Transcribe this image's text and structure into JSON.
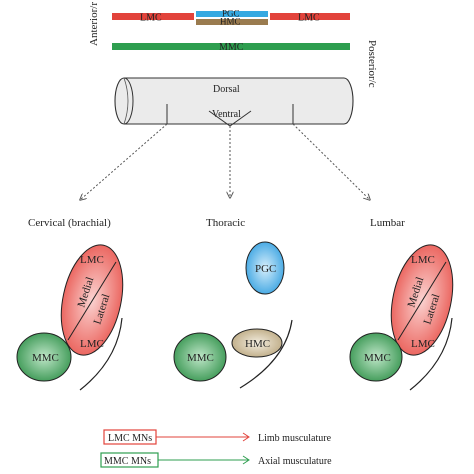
{
  "axis": {
    "anterior": "Anterior/r",
    "posterior": "Posterior/c"
  },
  "columns": {
    "lmc": "LMC",
    "pgc": "PGC",
    "hmc": "HMC",
    "mmc": "MMC"
  },
  "tube": {
    "dorsal": "Dorsal",
    "ventral": "Ventral"
  },
  "regions": {
    "cervical": "Cervical (brachial)",
    "thoracic": "Thoracic",
    "lumbar": "Lumbar"
  },
  "pools": {
    "lmc": "LMC",
    "mmc": "MMC",
    "pgc": "PGC",
    "hmc": "HMC",
    "medial": "Medial",
    "lateral": "Lateral"
  },
  "legend": {
    "lmc_mns": "LMC MNs",
    "limb": "Limb musculature",
    "mmc_mns": "MMC MNs",
    "axial": "Axial musculature"
  },
  "colors": {
    "lmc": "#e2433b",
    "pgc": "#36a9e1",
    "hmc": "#9a7b4f",
    "mmc": "#2e9e4f",
    "lmc_fill": "#f19a97",
    "mmc_fill": "#4fa96a",
    "pgc_fill": "#5ab6ec",
    "hmc_fill": "#ddd2b6"
  }
}
